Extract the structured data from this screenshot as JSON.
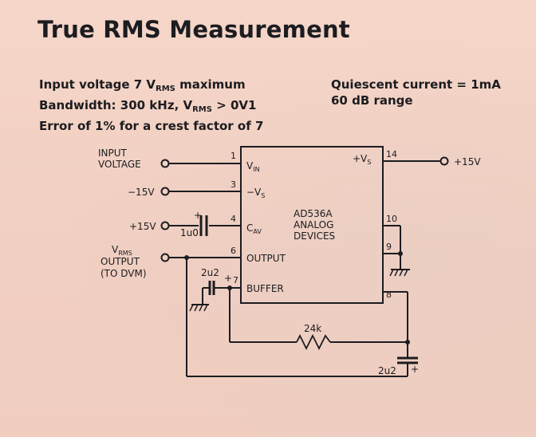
{
  "title": "True RMS Measurement",
  "specs_left": [
    {
      "pre": "Input voltage 7 V",
      "sub": "RMS",
      "post": " maximum"
    },
    {
      "pre": "Bandwidth: 300 kHz, V",
      "sub": "RMS",
      "post": " > 0V1"
    },
    {
      "pre": "Error of 1% for a crest factor of 7",
      "sub": "",
      "post": ""
    }
  ],
  "specs_right": [
    "Quiescent current = 1mA",
    "60 dB range"
  ],
  "schematic": {
    "input_label": [
      "INPUT",
      "VOLTAGE"
    ],
    "neg15_label": "−15V",
    "pos15_cap_label": "+15V",
    "cap_1u0": "1u0",
    "cap_polarity": "+",
    "vrms_label": [
      "V",
      "RMS",
      "OUTPUT",
      "(TO DVM)"
    ],
    "cap_2u2_left": "2u2",
    "cap_2u2_left_polarity": "+",
    "resistor": "24k",
    "cap_2u2_bottom": "2u2",
    "cap_2u2_bottom_polarity": "+",
    "supply_right": "+15V",
    "chip_name": [
      "AD536A",
      "ANALOG",
      "DEVICES"
    ],
    "pins": {
      "p1": {
        "num": "1",
        "name": "V",
        "sub": "IN"
      },
      "p3": {
        "num": "3",
        "name": "−V",
        "sub": "S"
      },
      "p4": {
        "num": "4",
        "name": "C",
        "sub": "AV"
      },
      "p6": {
        "num": "6",
        "name": "OUTPUT"
      },
      "p7": {
        "num": "7",
        "name": "BUFFER"
      },
      "p14": {
        "num": "14",
        "name": "+V",
        "sub": "S"
      },
      "p10": {
        "num": "10"
      },
      "p9": {
        "num": "9"
      },
      "p8": {
        "num": "8"
      }
    }
  }
}
